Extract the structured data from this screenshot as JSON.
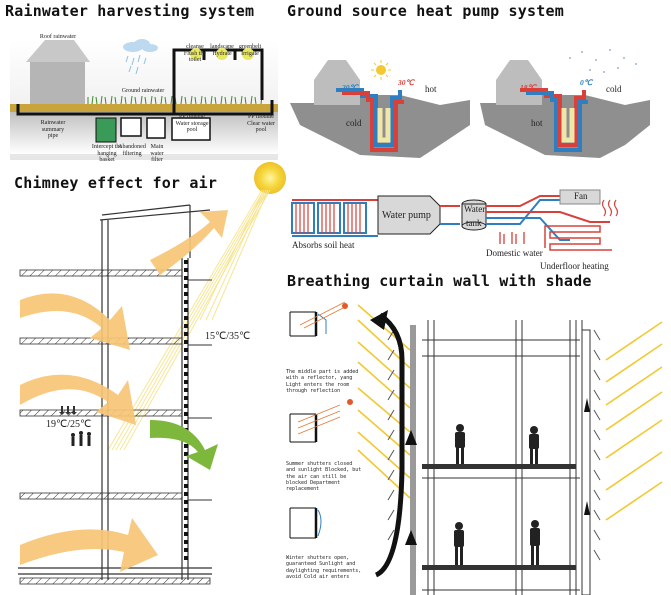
{
  "titles": {
    "rain": "Rainwater harvesting system",
    "ground": "Ground source heat pump system",
    "chimney": "Chimney effect for air",
    "curtain": "Breathing curtain wall with shade"
  },
  "rain": {
    "roof": "Roof rainwater",
    "ground": "Ground rainwater",
    "summary_pipe": "Rainwater\nsummary\npipe",
    "intercept": "Intercept the\nhanging\nbasket",
    "abandoned": "Abandoned\nfiltering",
    "main_filter": "Main\nwater\nfilter",
    "storage": "PP module\nWater storage\npool",
    "clear": "PP module\nClear water\npool",
    "cleanse": "cleanse\nFlush the\ntoilet",
    "landscape": "landscape\nHydrate",
    "greenbelt": "greenbelt\nIrrigate"
  },
  "ground": {
    "left_temp_cold": "20℃",
    "left_temp_hot": "30℃",
    "left_hot": "hot",
    "left_cold": "cold",
    "right_temp_hot": "18℃",
    "right_temp_cold": "0℃",
    "right_cold": "cold",
    "right_hot": "hot",
    "absorbs": "Absorbs soil heat",
    "pump": "Water pump",
    "tank_a": "Water",
    "tank_b": "tank",
    "fan": "Fan",
    "domestic": "Domestic water",
    "underfloor": "Underfloor heating"
  },
  "chimney": {
    "outside_temp": "15℃/35℃",
    "inside_temp": "19℃/25℃"
  },
  "curtain": {
    "note1": "The middle part is added with a reflector, yang Light enters the room through reflection",
    "note2": "Summer shutters closed and sunlight Blocked, but the air can still be blocked Department replacement",
    "note3": "Winter shutters open, guaranteed Sunlight and daylighting requirements, avoid Cold air enters"
  },
  "colors": {
    "arrow_warm": "#f7c676",
    "arrow_green": "#7db83c",
    "ground_gray": "#8a8a8a",
    "pipe_red": "#d9403a",
    "pipe_blue": "#2f7fc0",
    "sun": "#f3d23a"
  }
}
